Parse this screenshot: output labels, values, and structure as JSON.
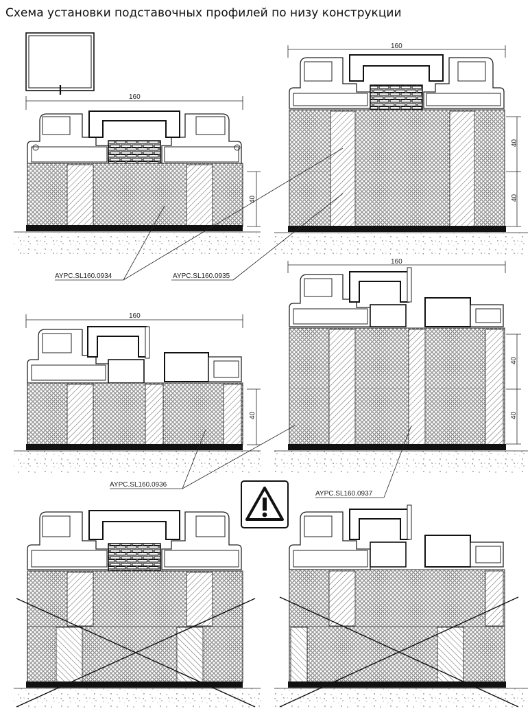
{
  "title": "Схема установки подставочных профилей по низу конструкции",
  "dimensions": {
    "width_top": "160",
    "height_single": "40",
    "height_double": "40"
  },
  "labels": {
    "profile_a": "AYPC.SL160.0934",
    "profile_b": "AYPC.SL160.0935",
    "profile_c": "AYPC.SL160.0936",
    "profile_d": "AYPC.SL160.0937"
  },
  "icons": {
    "window": "window-frame-icon",
    "warning": "warning-triangle-icon"
  }
}
